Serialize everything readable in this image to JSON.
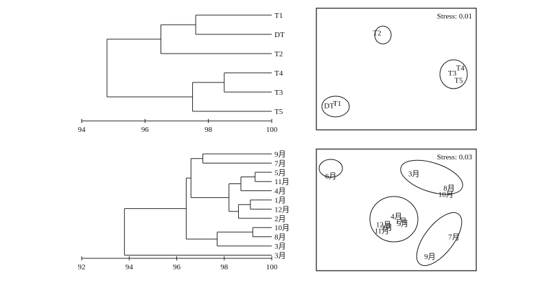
{
  "chart_data": [
    {
      "type": "dendrogram",
      "panel": "top-left",
      "xlim": [
        94,
        100
      ],
      "xticks": [
        94,
        96,
        98,
        100
      ],
      "leaves": [
        "T1",
        "DT",
        "T2",
        "T4",
        "T3",
        "T5"
      ],
      "merges": [
        {
          "a": "T1",
          "b": "DT",
          "height": 97.6
        },
        {
          "a": "T1+DT",
          "b": "T2",
          "height": 96.5
        },
        {
          "a": "T4",
          "b": "T3",
          "height": 98.5
        },
        {
          "a": "T4+T3",
          "b": "T5",
          "height": 97.5
        },
        {
          "a": "T1+DT+T2",
          "b": "T4+T3+T5",
          "height": 94.8
        }
      ]
    },
    {
      "type": "scatter",
      "panel": "top-right",
      "stress_label": "Stress: 0.01",
      "points": [
        {
          "label": "T2",
          "x": 0.38,
          "y": 0.8
        },
        {
          "label": "T3",
          "x": 0.85,
          "y": 0.47
        },
        {
          "label": "T4",
          "x": 0.9,
          "y": 0.51
        },
        {
          "label": "T5",
          "x": 0.89,
          "y": 0.41
        },
        {
          "label": "DT",
          "x": 0.08,
          "y": 0.2
        },
        {
          "label": "T1",
          "x": 0.13,
          "y": 0.22
        }
      ],
      "groups": [
        [
          "T2"
        ],
        [
          "T3",
          "T4",
          "T5"
        ],
        [
          "DT",
          "T1"
        ]
      ]
    },
    {
      "type": "dendrogram",
      "panel": "bottom-left",
      "xlim": [
        92,
        100
      ],
      "xticks": [
        92,
        94,
        96,
        98,
        100
      ],
      "leaves": [
        "9月",
        "7月",
        "5月",
        "11月",
        "4月",
        "1月",
        "12月",
        "2月",
        "10月",
        "8月",
        "3月",
        "3月"
      ],
      "merges": [
        {
          "a": "9月",
          "b": "7月",
          "height": 97.1
        },
        {
          "a": "5月",
          "b": "11月",
          "height": 99.3
        },
        {
          "a": "5月+11月",
          "b": "4月",
          "height": 98.7
        },
        {
          "a": "1月",
          "b": "12月",
          "height": 99.1
        },
        {
          "a": "1月+12月",
          "b": "2月",
          "height": 98.6
        },
        {
          "a": "5月+11月+4月",
          "b": "1月+12月+2月",
          "height": 98.2
        },
        {
          "a": "9月+7月",
          "b": "5月+11月+4月+1月+12月+2月",
          "height": 96.6
        },
        {
          "a": "10月",
          "b": "8月",
          "height": 99.2
        },
        {
          "a": "10月+8月",
          "b": "3月",
          "height": 97.7
        },
        {
          "a": "upper",
          "b": "10月+8月+3月",
          "height": 96.4
        },
        {
          "a": "all",
          "b": "3月",
          "height": 93.8
        }
      ]
    },
    {
      "type": "scatter",
      "panel": "bottom-right",
      "stress_label": "Stress: 0.03",
      "points": [
        {
          "label": "6月",
          "x": 0.09,
          "y": 0.78
        },
        {
          "label": "3月",
          "x": 0.61,
          "y": 0.8
        },
        {
          "label": "8月",
          "x": 0.83,
          "y": 0.68
        },
        {
          "label": "10月",
          "x": 0.81,
          "y": 0.63
        },
        {
          "label": "4月",
          "x": 0.5,
          "y": 0.45
        },
        {
          "label": "1月",
          "x": 0.53,
          "y": 0.41
        },
        {
          "label": "5月",
          "x": 0.54,
          "y": 0.39
        },
        {
          "label": "12月",
          "x": 0.42,
          "y": 0.38
        },
        {
          "label": "2月",
          "x": 0.44,
          "y": 0.36
        },
        {
          "label": "11月",
          "x": 0.41,
          "y": 0.33
        },
        {
          "label": "7月",
          "x": 0.86,
          "y": 0.28
        },
        {
          "label": "9月",
          "x": 0.71,
          "y": 0.12
        }
      ],
      "groups": [
        [
          "6月"
        ],
        [
          "3月",
          "8月",
          "10月"
        ],
        [
          "4月",
          "1月",
          "5月",
          "12月",
          "2月",
          "11月"
        ],
        [
          "7月",
          "9月"
        ]
      ]
    }
  ]
}
